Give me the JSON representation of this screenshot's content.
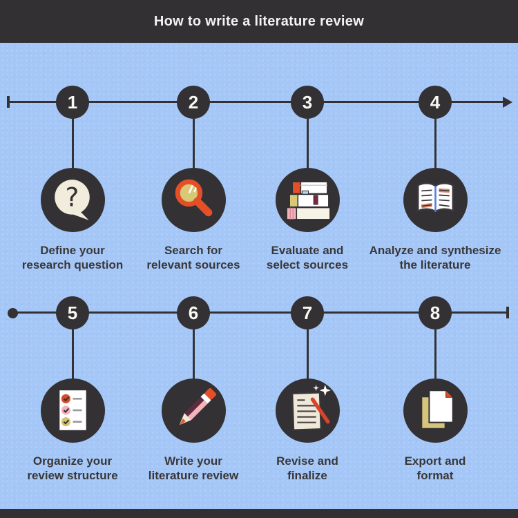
{
  "title": "How to write a literature review",
  "colors": {
    "header_bg": "#323033",
    "background_blue": "#a5c7f7",
    "dark_circle": "#333134",
    "label_text": "#393739",
    "accent_orange": "#e44f27",
    "khaki": "#d9c876",
    "pink": "#f2b3bc",
    "maroon": "#5f2b3d",
    "cream": "#f2ecdc",
    "spine_blue": "#5b7ce2",
    "salmon_highlight": "#e8876e"
  },
  "icons": {
    "question_mark": "?"
  },
  "steps": [
    {
      "number": "1",
      "label": "Define your\nresearch question",
      "icon": "question-bubble"
    },
    {
      "number": "2",
      "label": "Search for\nrelevant sources",
      "icon": "magnifier"
    },
    {
      "number": "3",
      "label": "Evaluate and\nselect sources",
      "icon": "book-stack"
    },
    {
      "number": "4",
      "label": "Analyze and synthesize\nthe literature",
      "icon": "open-book"
    },
    {
      "number": "5",
      "label": "Organize your\nreview structure",
      "icon": "checklist"
    },
    {
      "number": "6",
      "label": "Write your\nliterature review",
      "icon": "pencil"
    },
    {
      "number": "7",
      "label": "Revise and\nfinalize",
      "icon": "paper-and-pen"
    },
    {
      "number": "8",
      "label": "Export and\nformat",
      "icon": "documents"
    }
  ]
}
